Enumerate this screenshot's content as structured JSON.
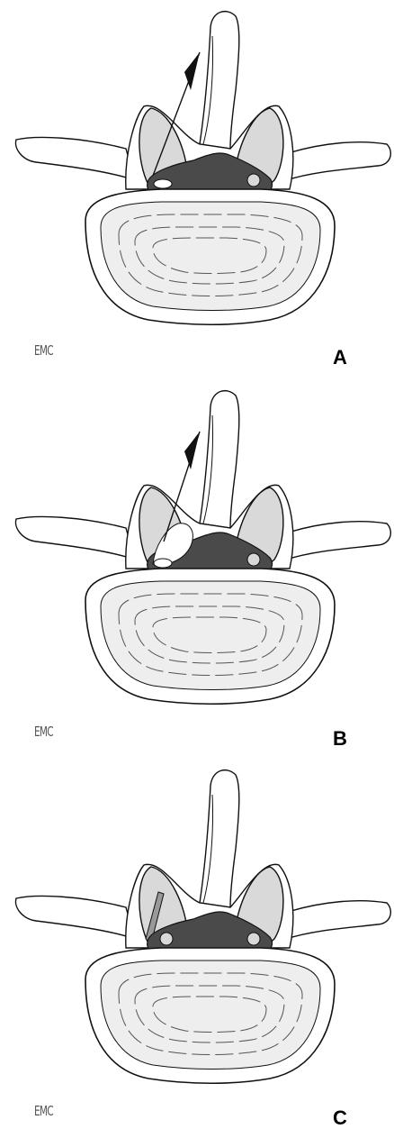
{
  "panels": [
    {
      "id": "A",
      "label": "A",
      "logo": "EMC",
      "needle": true,
      "needle_into_canal": false,
      "needle_tip_arrow": true
    },
    {
      "id": "B",
      "label": "B",
      "logo": "EMC",
      "needle": true,
      "needle_into_canal": true,
      "needle_tip_arrow": true
    },
    {
      "id": "C",
      "label": "C",
      "logo": "EMC",
      "needle": false,
      "needle_into_canal": false,
      "needle_tip_arrow": false
    }
  ],
  "colors": {
    "outline": "#111111",
    "canal": "#4a4a4a",
    "facet_fill": "#d9d9d9",
    "disc_fill": "#eeeeee",
    "background": "#ffffff"
  }
}
